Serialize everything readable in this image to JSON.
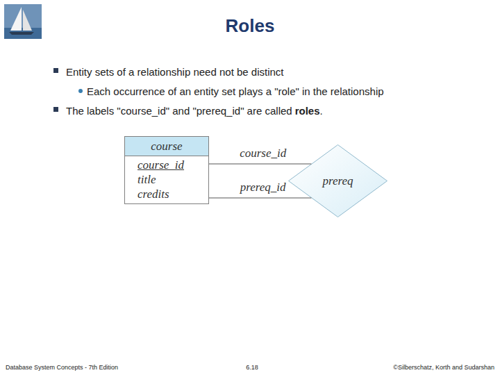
{
  "diagram": {
    "title": "Roles",
    "nodes": [
      {
        "text": [
          "course",
          "course_id",
          "title",
          "credits"
        ]
      },
      {
        "text": [
          "prereq"
        ]
      }
    ],
    "edges": [
      {
        "from": 0,
        "to": 1,
        "label": "course_id",
        "arrow": "none"
      },
      {
        "from": 0,
        "to": 1,
        "label": "prereq_id",
        "arrow": "none"
      }
    ],
    "labels": [
      "Entity sets of a relationship need not be distinct",
      "Each occurrence of an entity set plays a \"role\" in the relationship",
      "The labels \"course_id\" and \"prereq_id\" are called",
      "roles",
      ".",
      "Database System Concepts - 7th Edition",
      "6.18",
      "©Silberschatz, Korth and Sudarshan"
    ]
  }
}
